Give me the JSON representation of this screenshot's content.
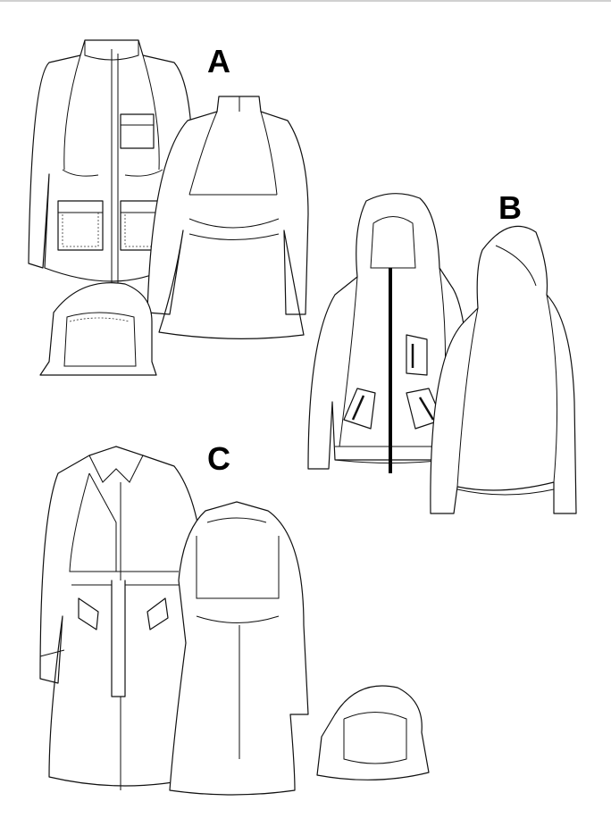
{
  "labels": {
    "a": "A",
    "b": "B",
    "c": "C"
  },
  "colors": {
    "line": "#111111",
    "fill": "#ffffff"
  }
}
